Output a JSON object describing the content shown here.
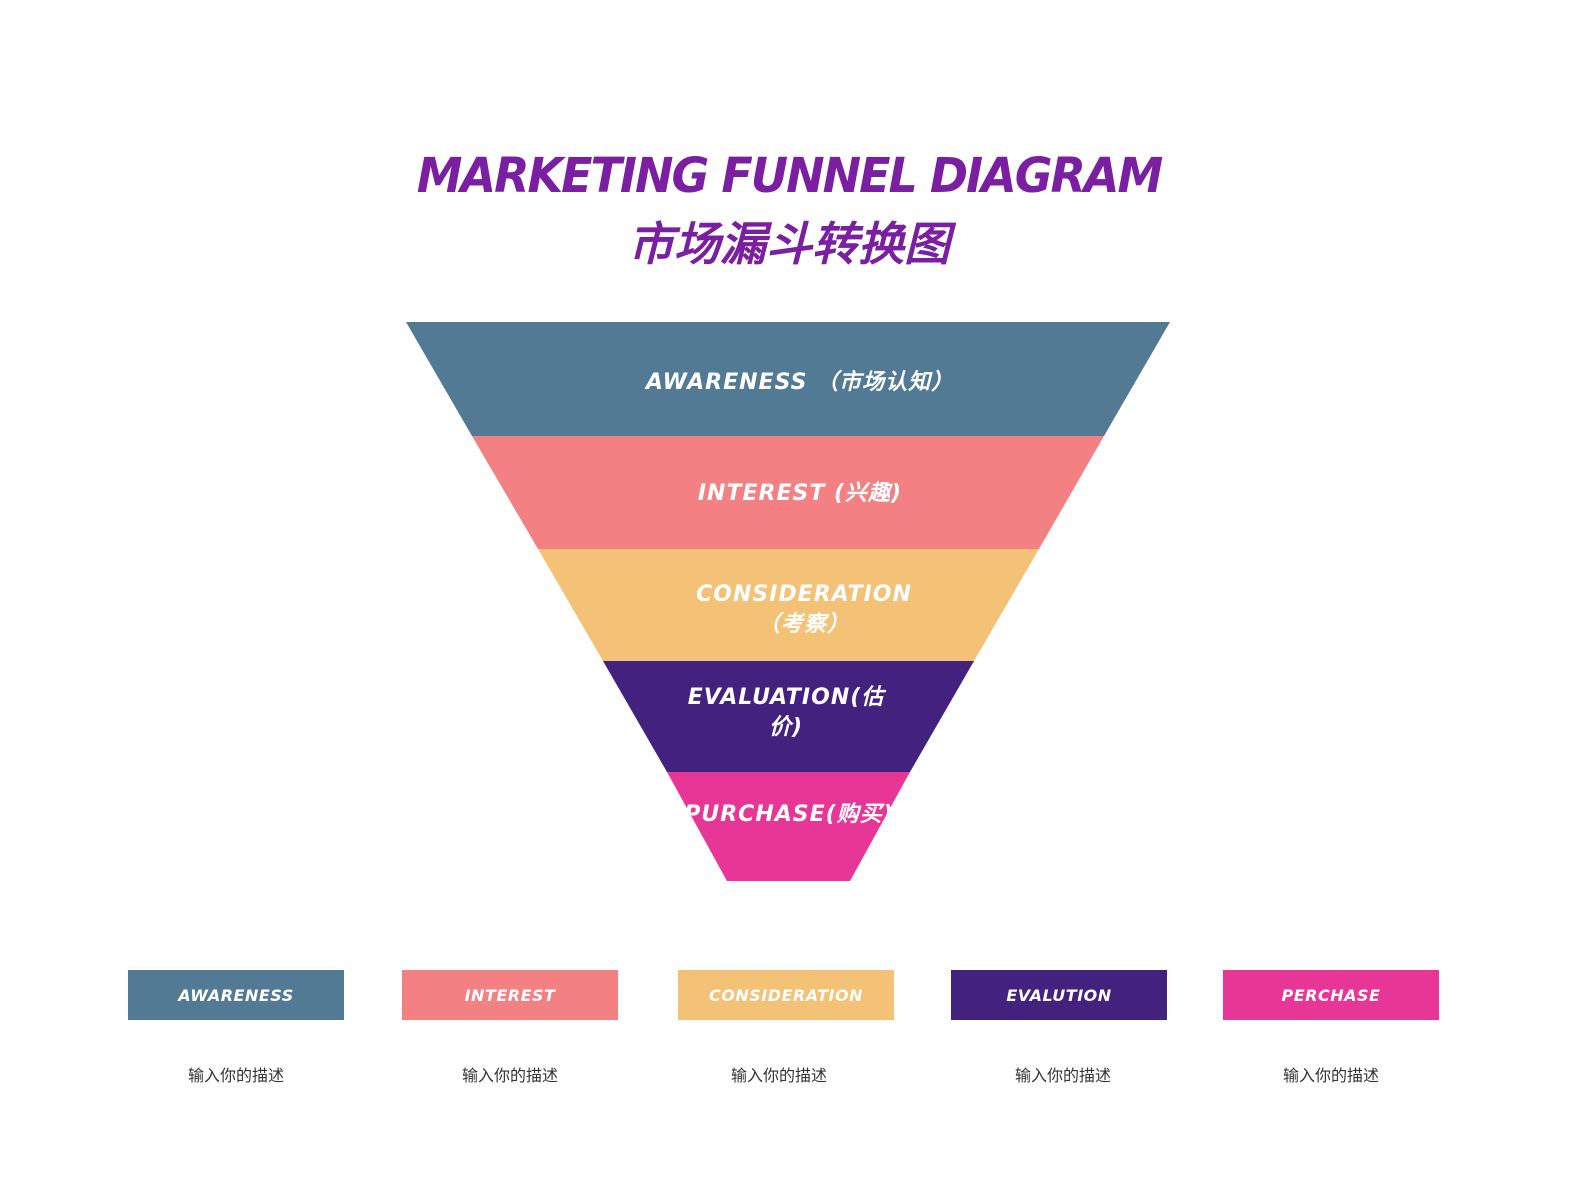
{
  "title": {
    "en": "MARKETING FUNNEL DIAGRAM",
    "cn": "市场漏斗转换图",
    "color": "#7a1fa2"
  },
  "funnel": {
    "stages": [
      {
        "label": "AWARENESS （市场认知）",
        "color": "#537a94"
      },
      {
        "label": "INTEREST (兴趣)",
        "color": "#f38083"
      },
      {
        "label": "CONSIDERATION （考察）",
        "color": "#f4c277"
      },
      {
        "label": "EVALUATION(估 价)",
        "color": "#43217f"
      },
      {
        "label": "PURCHASE(购买)",
        "color": "#e73695"
      }
    ]
  },
  "legend": {
    "items": [
      {
        "label": "AWARENESS",
        "desc": "输入你的描述",
        "color": "#537a94"
      },
      {
        "label": "INTEREST",
        "desc": "输入你的描述",
        "color": "#f38083"
      },
      {
        "label": "CONSIDERATION",
        "desc": "输入你的描述",
        "color": "#f4c277"
      },
      {
        "label": "EVALUTION",
        "desc": "输入你的描述",
        "color": "#43217f"
      },
      {
        "label": "PERCHASE",
        "desc": "输入你的描述",
        "color": "#e73695"
      }
    ]
  }
}
